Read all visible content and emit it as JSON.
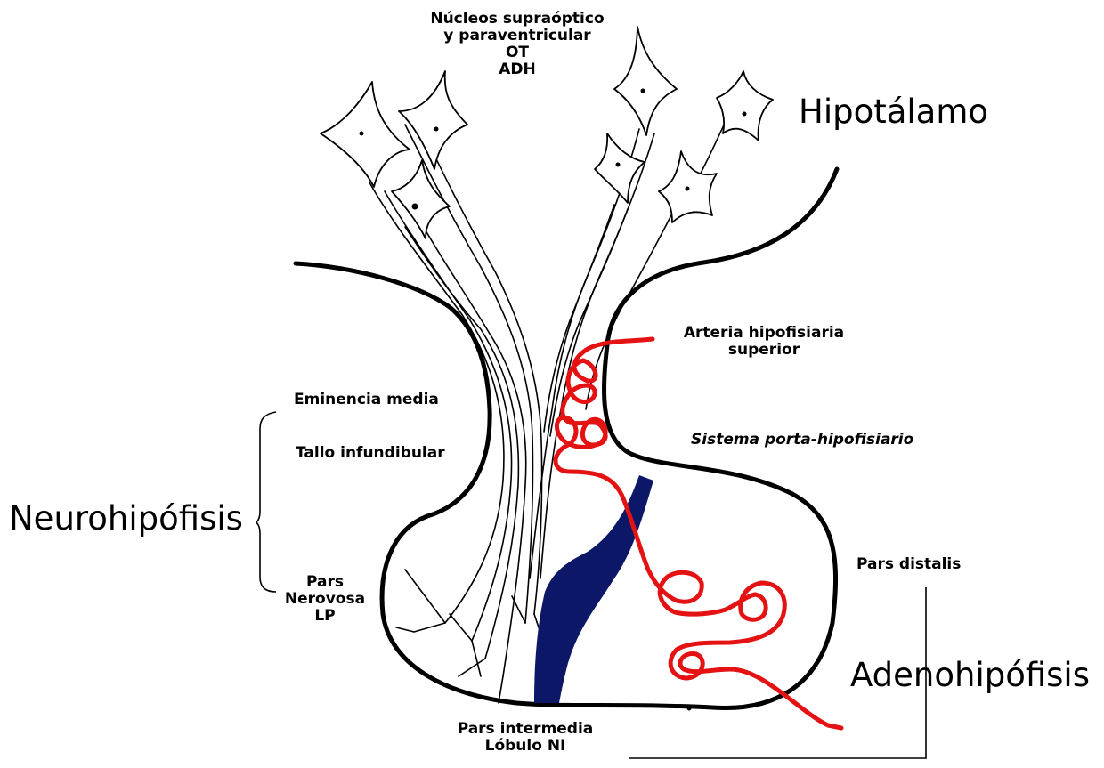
{
  "labels": {
    "nucleos_line1": "Núcleos supraóptico",
    "nucleos_line2": "y paraventricular",
    "nucleos_line3": "OT",
    "nucleos_line4": "ADH",
    "hipotalamo": "Hipotálamo",
    "arteria_line1": "Arteria hipofisiaria",
    "arteria_line2": "superior",
    "eminencia": "Eminencia media",
    "tallo": "Tallo infundibular",
    "sistema_porta": "Sistema porta-hipofisiario",
    "neurohipofisis": "Neurohipófisis",
    "pars_distalis": "Pars distalis",
    "pars_nervosa_line1": "Pars",
    "pars_nervosa_line2": "Nerovosa",
    "pars_nervosa_line3": "LP",
    "adenohipofisis": "Adenohipófisis",
    "pars_intermedia_line1": "Pars intermedia",
    "pars_intermedia_line2": "Lóbulo NI"
  },
  "colors": {
    "outline": "#000000",
    "artery": "#e41212",
    "intermediate_lobe": "#0d1768",
    "neuron_fill": "#ffffff"
  }
}
